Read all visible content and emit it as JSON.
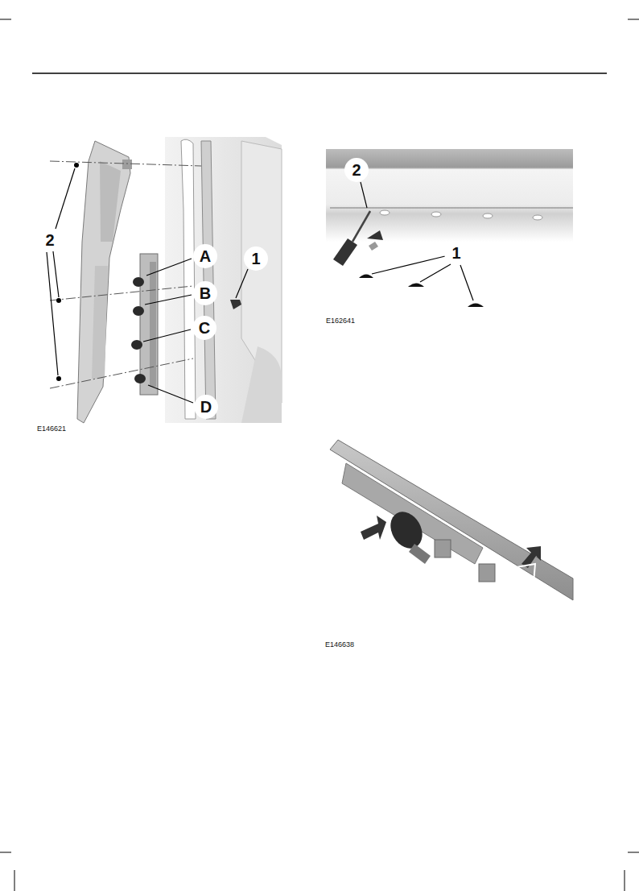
{
  "diagram": {
    "labels": [
      "2",
      "A",
      "1",
      "B",
      "C",
      "D",
      "E146621",
      "2",
      "1",
      "E162641",
      "E146638"
    ]
  }
}
